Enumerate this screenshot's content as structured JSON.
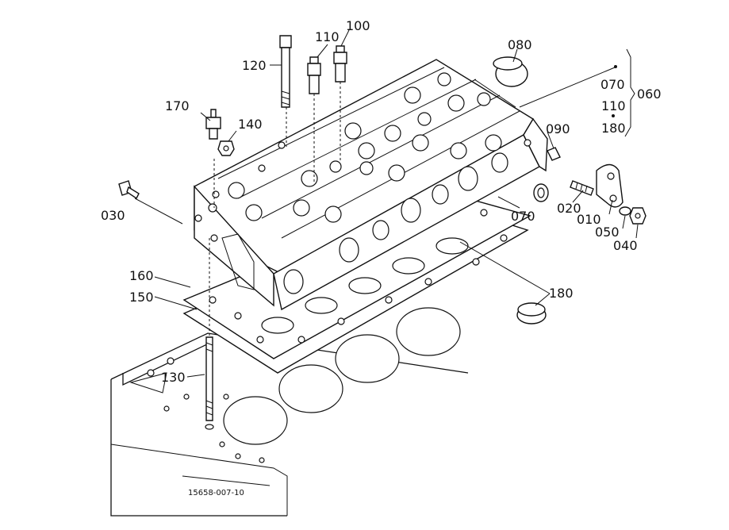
{
  "diagram": {
    "labels": {
      "p120": "120",
      "p110": "110",
      "p100": "100",
      "p080": "080",
      "p070_top": "070",
      "p110_right": "110",
      "p180_right": "180",
      "p060": "060",
      "p170": "170",
      "p140": "140",
      "p090": "090",
      "p030": "030",
      "p070": "070",
      "p020": "020",
      "p010": "010",
      "p050": "050",
      "p040": "040",
      "p160": "160",
      "p150": "150",
      "p180": "180",
      "p130": "130"
    },
    "figure_code": "15658-007-10"
  }
}
